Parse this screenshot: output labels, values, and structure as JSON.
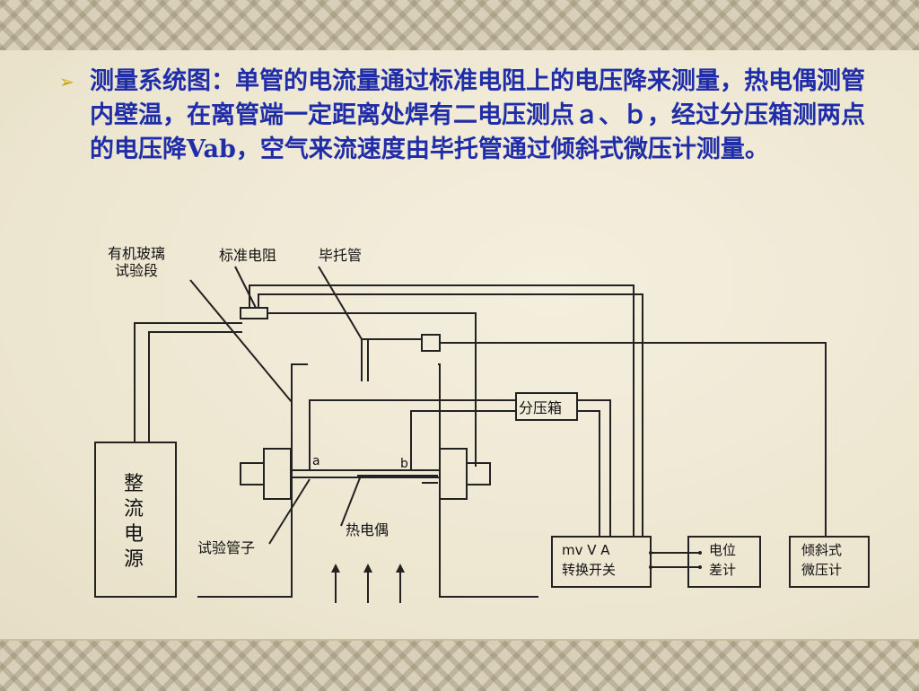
{
  "slide": {
    "paragraph": "测量系统图：单管的电流量通过标准电阻上的电压降来测量，热电偶测管内壁温，在离管端一定距离处焊有二电压测点ａ、ｂ，经过分压箱测两点的电压降Vab，空气来流速度由毕托管通过倾斜式微压计测量。"
  },
  "diagram": {
    "labels": {
      "organic_glass_1": "有机玻璃",
      "organic_glass_2": "试验段",
      "std_resistor": "标准电阻",
      "pitot": "毕托管",
      "divider": "分压箱",
      "point_a": "a",
      "point_b": "b",
      "thermocouple": "热电偶",
      "test_tube": "试验管子",
      "rectifier_1": "整",
      "rectifier_2": "流",
      "rectifier_3": "电",
      "rectifier_4": "源",
      "switch_1": "mv  V  A",
      "switch_2": "转换开关",
      "potentiometer_1": "电位",
      "potentiometer_2": "差计",
      "manometer_1": "倾斜式",
      "manometer_2": "微压计"
    }
  },
  "colors": {
    "text_blue": "#1f2ea8",
    "bullet": "#c9a400",
    "line": "#222222"
  }
}
